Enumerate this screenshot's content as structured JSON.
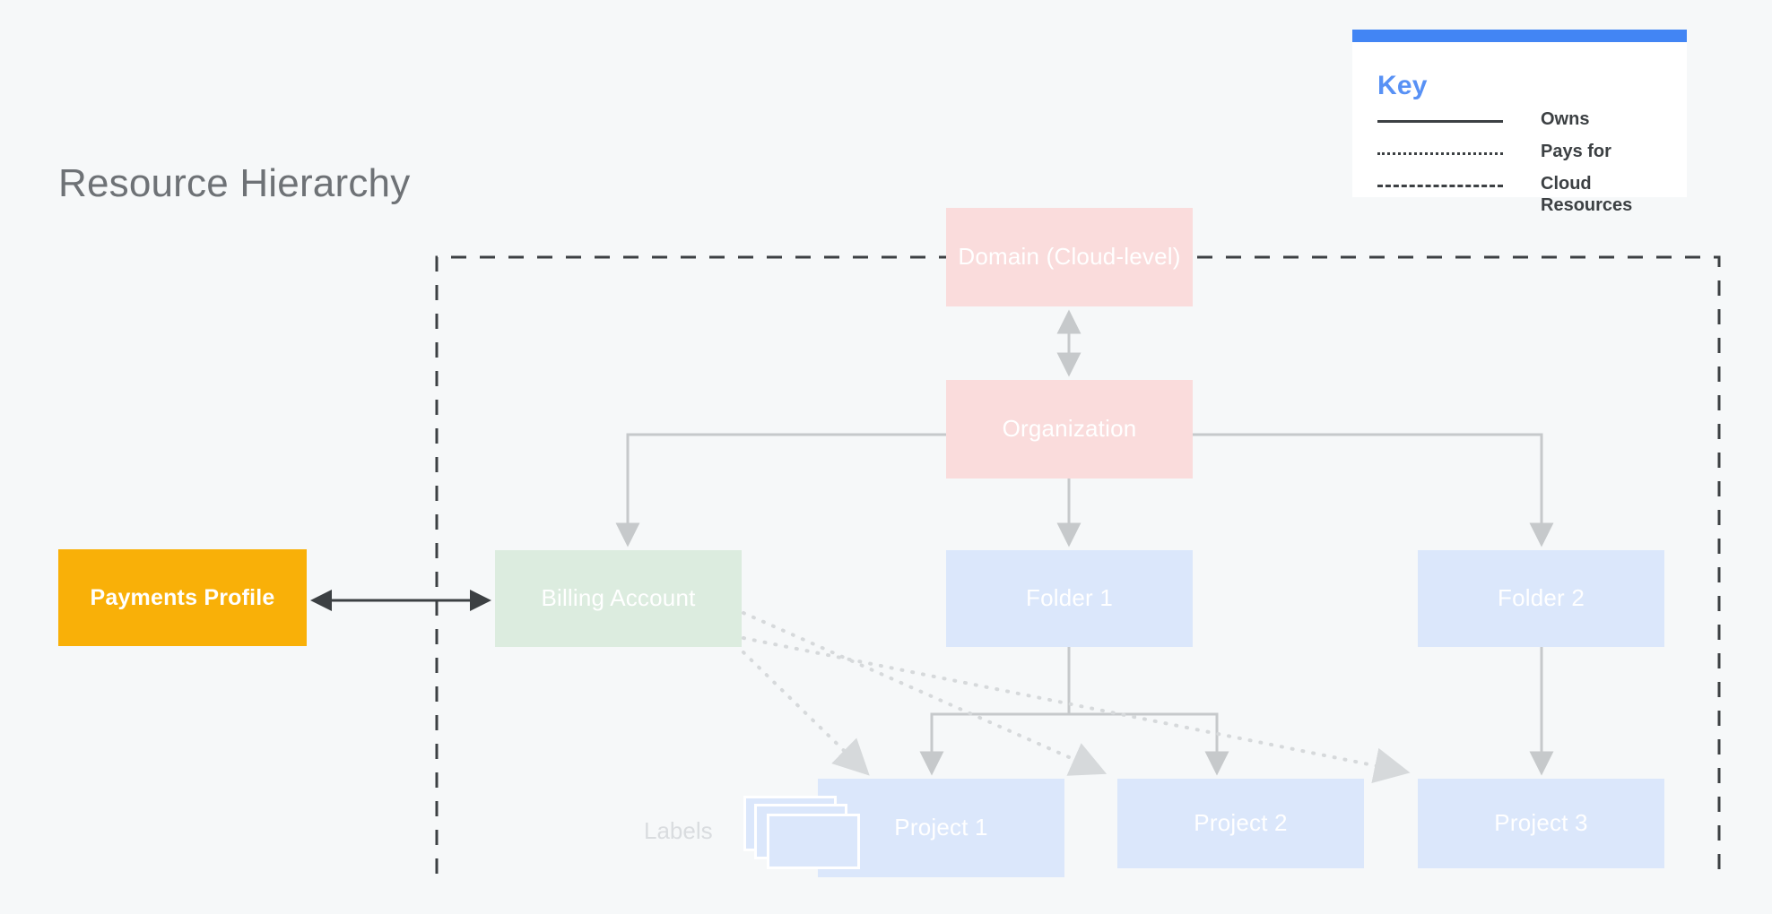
{
  "page": {
    "title": "Resource Hierarchy",
    "background_color": "#f6f8f9"
  },
  "key_panel": {
    "title": "Key",
    "accent_color": "#4285f4",
    "rows": [
      {
        "style": "solid",
        "label": "Owns"
      },
      {
        "style": "dotted",
        "label": "Pays for"
      },
      {
        "style": "dashed",
        "label": "Cloud Resources"
      }
    ]
  },
  "nodes": {
    "domain": {
      "label": "Domain (Cloud-level)",
      "color": "#fadcdc"
    },
    "organization": {
      "label": "Organization",
      "color": "#fadcdc"
    },
    "billing": {
      "label": "Billing Account",
      "color": "#dcecdf"
    },
    "folder1": {
      "label": "Folder 1",
      "color": "#dbe7fb"
    },
    "folder2": {
      "label": "Folder 2",
      "color": "#dbe7fb"
    },
    "project1": {
      "label": "Project 1",
      "color": "#dbe7fb"
    },
    "project2": {
      "label": "Project 2",
      "color": "#dbe7fb"
    },
    "project3": {
      "label": "Project 3",
      "color": "#dbe7fb"
    },
    "payments": {
      "label": "Payments Profile",
      "color": "#f9b008"
    },
    "labels": {
      "label": "Labels"
    }
  },
  "edges": [
    {
      "from": "domain",
      "to": "organization",
      "type": "owns",
      "bidirectional": true
    },
    {
      "from": "organization",
      "to": "billing",
      "type": "owns"
    },
    {
      "from": "organization",
      "to": "folder1",
      "type": "owns"
    },
    {
      "from": "organization",
      "to": "folder2",
      "type": "owns"
    },
    {
      "from": "folder1",
      "to": "project1",
      "type": "owns"
    },
    {
      "from": "folder1",
      "to": "project2",
      "type": "owns"
    },
    {
      "from": "folder2",
      "to": "project3",
      "type": "owns"
    },
    {
      "from": "billing",
      "to": "project1",
      "type": "pays-for"
    },
    {
      "from": "billing",
      "to": "project2",
      "type": "pays-for"
    },
    {
      "from": "billing",
      "to": "project3",
      "type": "pays-for"
    },
    {
      "from": "payments",
      "to": "billing",
      "type": "owns",
      "bidirectional": true
    }
  ],
  "cloud_boundary": {
    "label": "Cloud Resources",
    "style": "dashed"
  }
}
